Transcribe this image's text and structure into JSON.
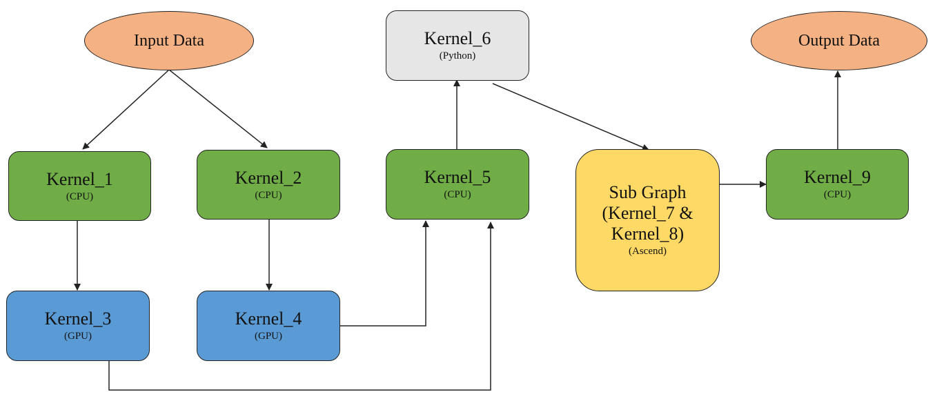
{
  "colors": {
    "data": "#f4b183",
    "cpu": "#70ad47",
    "gpu": "#5b9bd5",
    "python": "#e6e6e6",
    "ascend": "#ffd966",
    "edge": "#222222"
  },
  "nodes": {
    "input_data": {
      "title": "Input Data"
    },
    "output_data": {
      "title": "Output Data"
    },
    "kernel_1": {
      "title": "Kernel_1",
      "device": "(CPU)"
    },
    "kernel_2": {
      "title": "Kernel_2",
      "device": "(CPU)"
    },
    "kernel_3": {
      "title": "Kernel_3",
      "device": "(GPU)"
    },
    "kernel_4": {
      "title": "Kernel_4",
      "device": "(GPU)"
    },
    "kernel_5": {
      "title": "Kernel_5",
      "device": "(CPU)"
    },
    "kernel_6": {
      "title": "Kernel_6",
      "device": "(Python)"
    },
    "kernel_9": {
      "title": "Kernel_9",
      "device": "(CPU)"
    },
    "sub_graph": {
      "title_lines": [
        "Sub Graph",
        "(Kernel_7 &",
        "Kernel_8)"
      ],
      "device": "(Ascend)"
    }
  },
  "edges": [
    {
      "from": "input_data",
      "to": "kernel_1"
    },
    {
      "from": "input_data",
      "to": "kernel_2"
    },
    {
      "from": "kernel_1",
      "to": "kernel_3"
    },
    {
      "from": "kernel_2",
      "to": "kernel_4"
    },
    {
      "from": "kernel_4",
      "to": "kernel_5"
    },
    {
      "from": "kernel_3",
      "to": "kernel_5"
    },
    {
      "from": "kernel_5",
      "to": "kernel_6"
    },
    {
      "from": "kernel_6",
      "to": "sub_graph"
    },
    {
      "from": "sub_graph",
      "to": "kernel_9"
    },
    {
      "from": "kernel_9",
      "to": "output_data"
    }
  ]
}
